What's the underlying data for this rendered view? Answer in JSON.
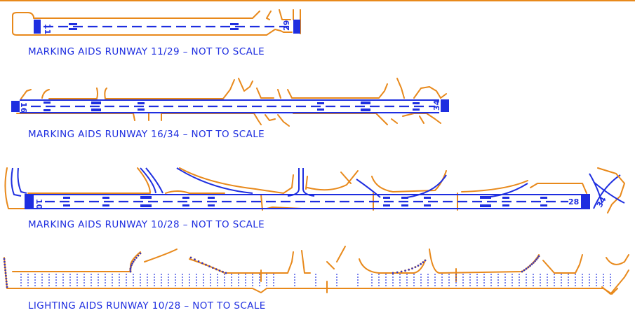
{
  "colors": {
    "pavement_outline": "#e8891b",
    "markings": "#1e2ee0",
    "background": "#ffffff"
  },
  "diagrams": [
    {
      "caption": "MARKING AIDS RUNWAY 11/29 – NOT TO SCALE",
      "end_numbers": [
        "11",
        "29"
      ]
    },
    {
      "caption": "MARKING AIDS RUNWAY 16/34 – NOT TO SCALE",
      "end_numbers": [
        "16",
        "34"
      ]
    },
    {
      "caption": "MARKING AIDS RUNWAY 10/28 – NOT TO SCALE",
      "end_numbers": [
        "10",
        "28"
      ],
      "extra_label": "34"
    },
    {
      "caption": "LIGHTING AIDS RUNWAY 10/28 – NOT TO SCALE",
      "end_numbers": []
    }
  ]
}
